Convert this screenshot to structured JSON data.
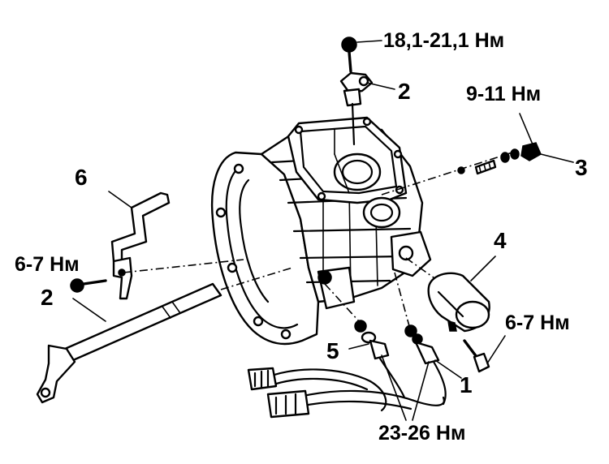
{
  "labels": {
    "torque_top": "18,1-21,1 Нм",
    "torque_right_top": "9-11 Нм",
    "torque_left": "6-7 Нм",
    "torque_right_bottom": "6-7 Нм",
    "torque_bottom": "23-26 Нм",
    "part_2_top": "2",
    "part_2_left": "2",
    "part_3": "3",
    "part_4": "4",
    "part_5": "5",
    "part_6": "6",
    "part_1": "1"
  }
}
